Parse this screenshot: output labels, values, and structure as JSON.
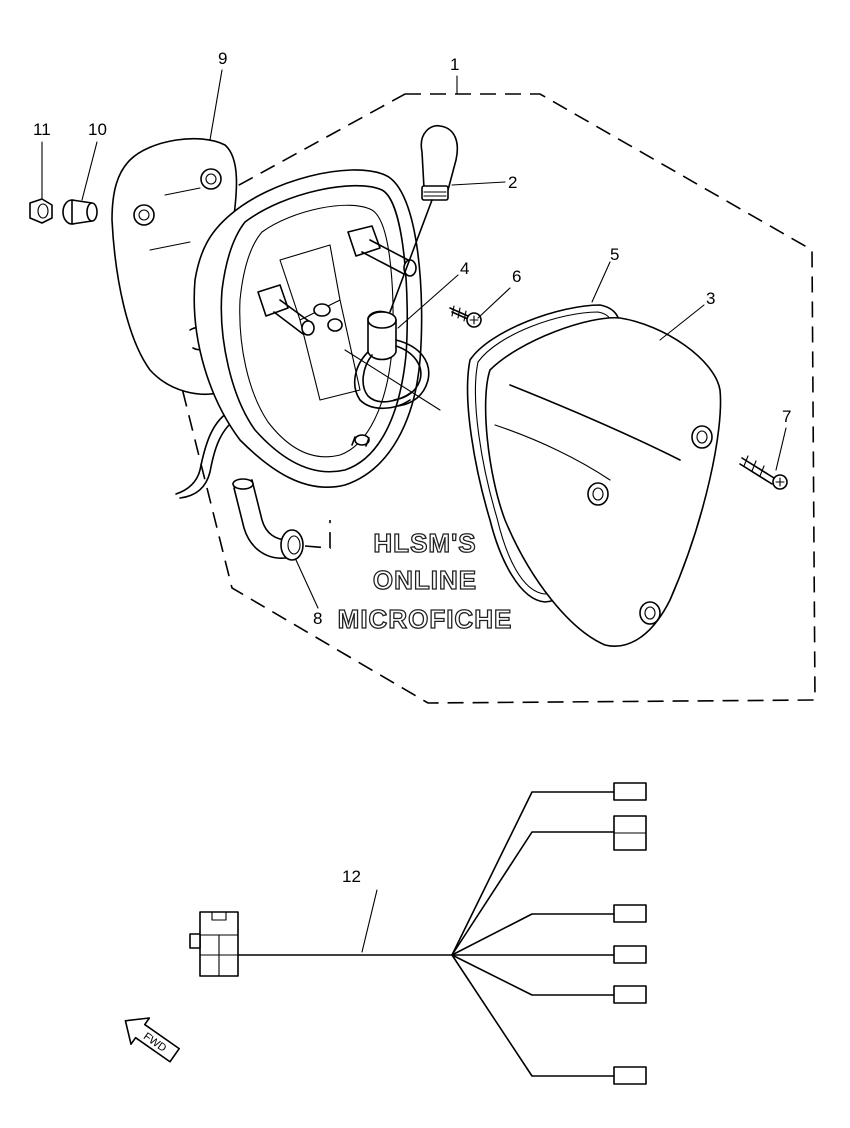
{
  "callouts": {
    "c1": "1",
    "c2": "2",
    "c3": "3",
    "c4": "4",
    "c5": "5",
    "c6": "6",
    "c7": "7",
    "c8": "8",
    "c9": "9",
    "c10": "10",
    "c11": "11",
    "c12": "12"
  },
  "watermark": {
    "line1": "HLSM'S",
    "line2": "ONLINE",
    "line3": "MICROFICHE"
  },
  "direction_arrow": {
    "label": "FWD"
  }
}
